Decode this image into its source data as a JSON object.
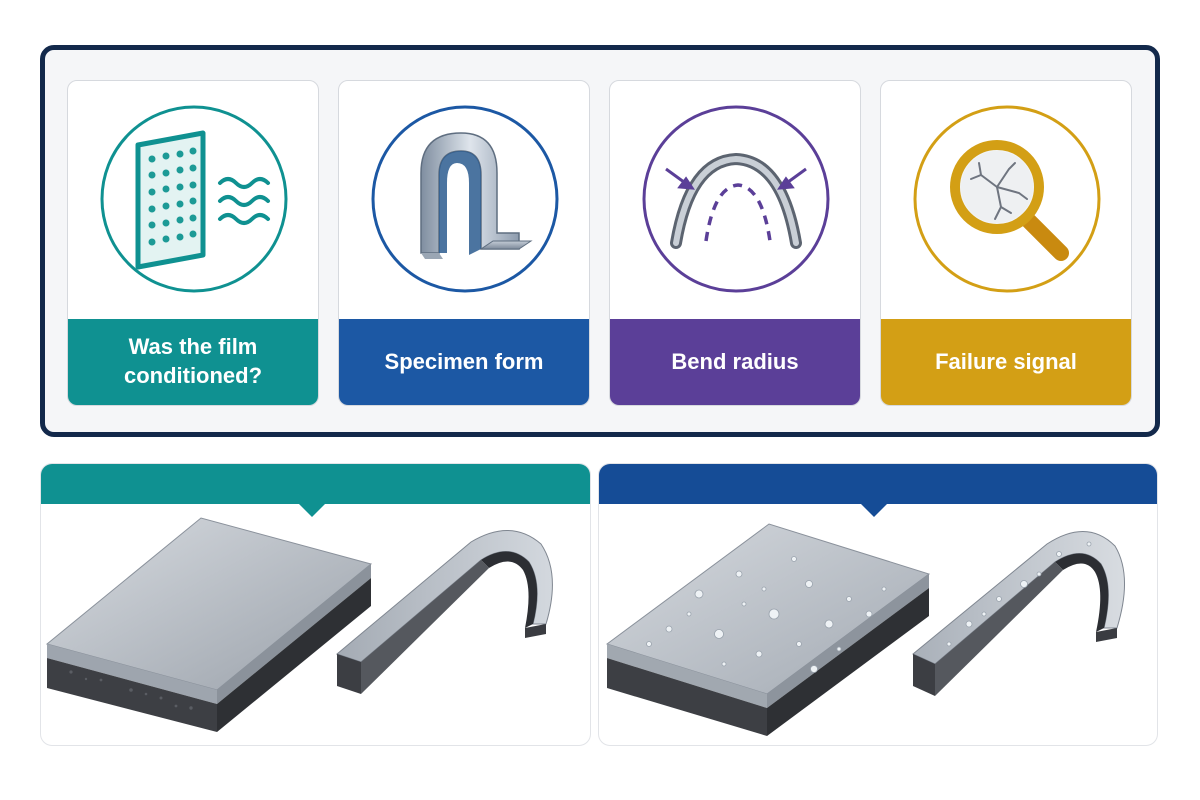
{
  "colors": {
    "frame": "#13294b",
    "teal": "#0f9191",
    "blue": "#1c58a4",
    "purple": "#5b3f98",
    "gold": "#d39f15",
    "navy_head": "#154c96"
  },
  "cards": [
    {
      "label": "Was the film conditioned?",
      "icon": "humidity-film-icon",
      "color": "#0f9191"
    },
    {
      "label": "Specimen form",
      "icon": "bent-strip-icon",
      "color": "#1c58a4"
    },
    {
      "label": "Bend radius",
      "icon": "bend-radius-icon",
      "color": "#5b3f98"
    },
    {
      "label": "Failure signal",
      "icon": "crack-magnifier-icon",
      "color": "#d39f15"
    }
  ],
  "panels": [
    {
      "name": "dry-specimens",
      "head_color": "#0f9191"
    },
    {
      "name": "conditioned-specimens",
      "head_color": "#154c96"
    }
  ]
}
